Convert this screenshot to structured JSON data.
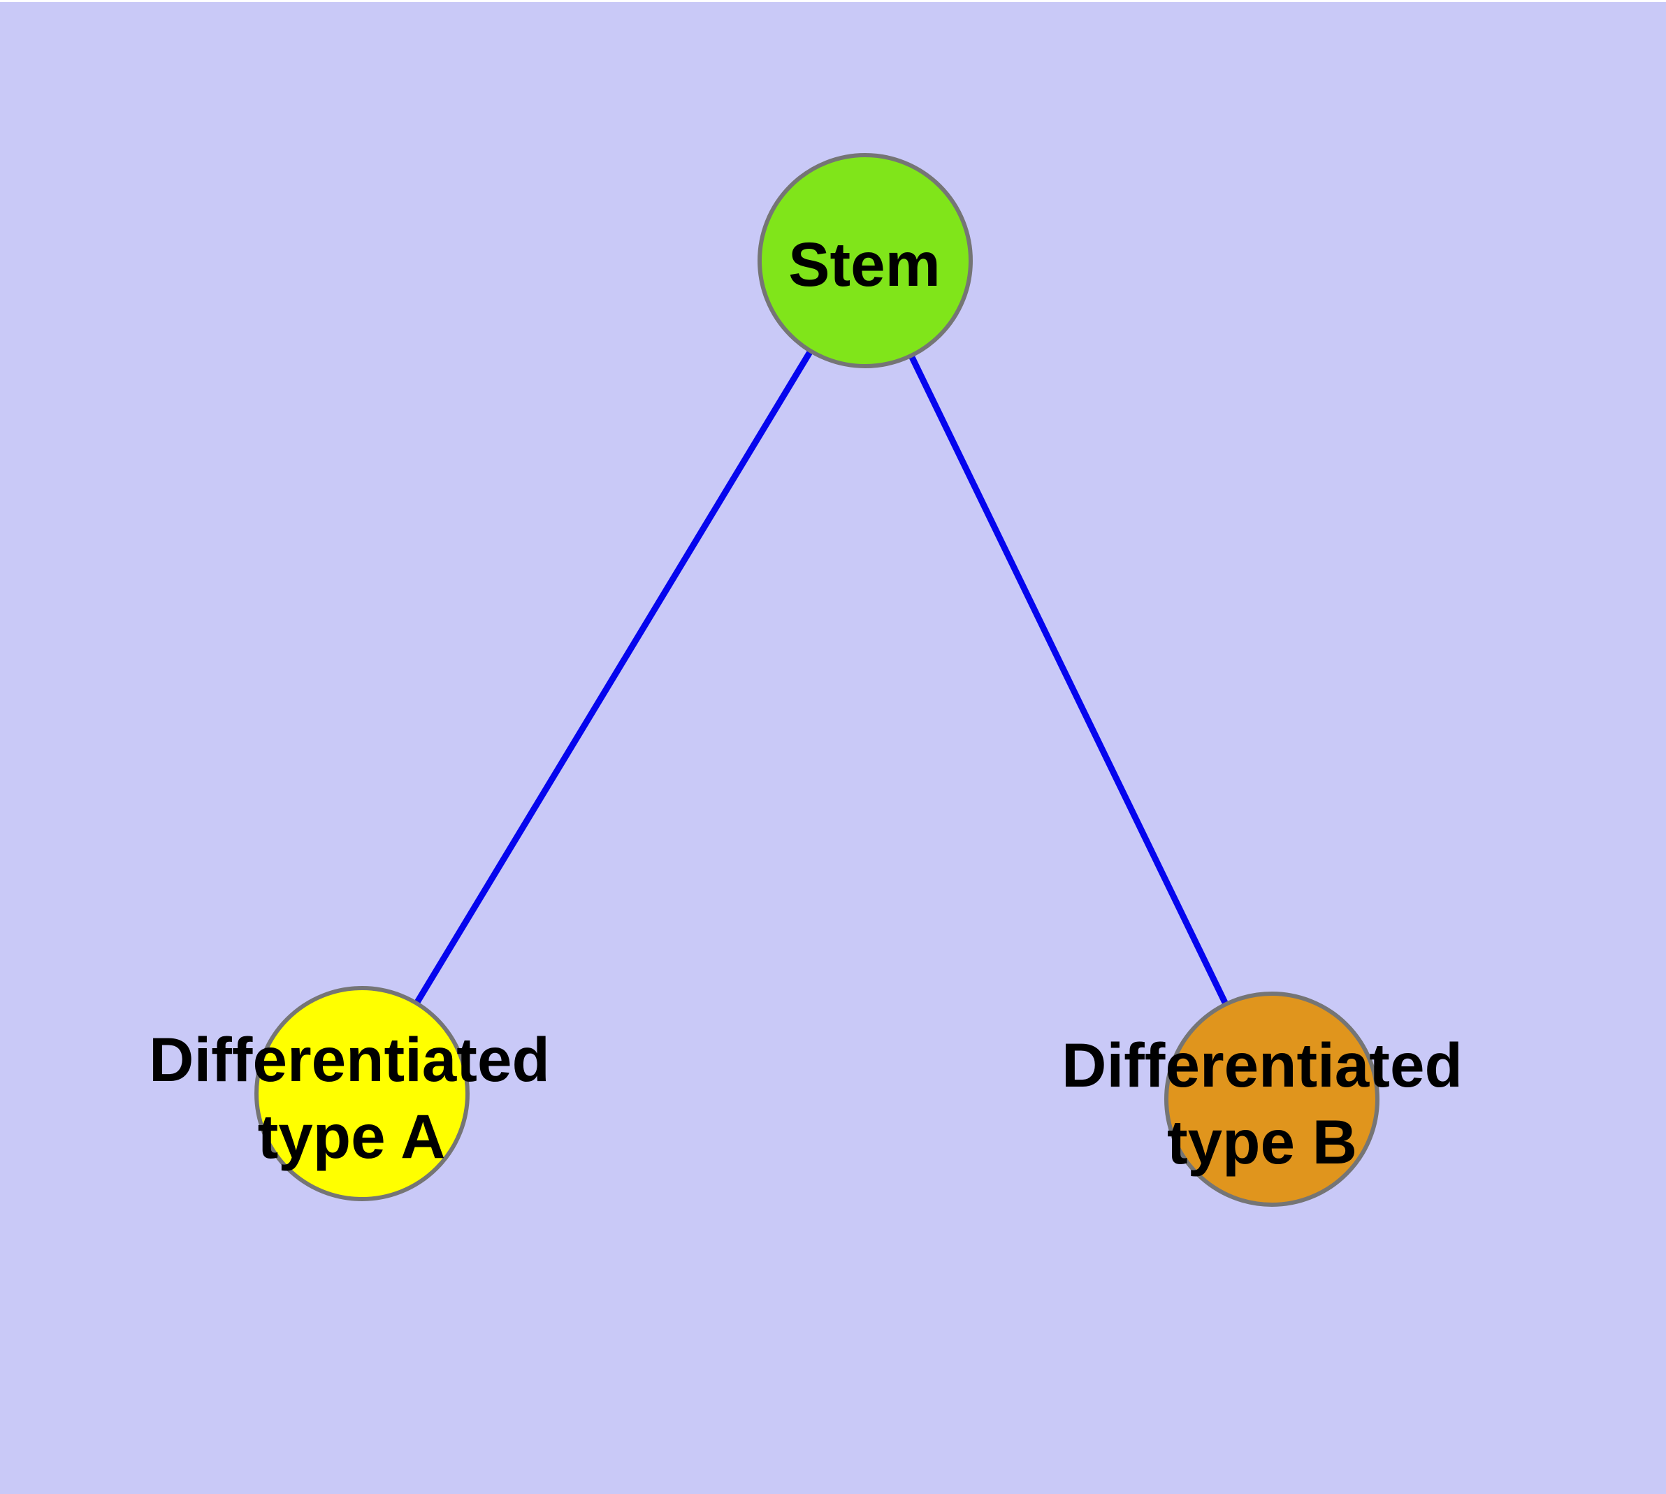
{
  "diagram": {
    "type": "graph",
    "background_color": "#c9c9f7",
    "top_strip_color": "#ffffff",
    "edge_color": "#0505ee",
    "node_border_color": "#757575",
    "text_color": "#000000",
    "nodes": {
      "stem": {
        "label": "Stem",
        "lines": [
          "Stem"
        ],
        "fill": "#80e51a"
      },
      "type_a": {
        "label": "Differentiated type A",
        "lines": [
          "Differentiated",
          "type A"
        ],
        "fill": "#ffff00"
      },
      "type_b": {
        "label": "Differentiated type B",
        "lines": [
          "Differentiated",
          "type B"
        ],
        "fill": "#e0951d"
      }
    },
    "edges": [
      {
        "from": "Stem",
        "to": "Differentiated type A"
      },
      {
        "from": "Stem",
        "to": "Differentiated type B"
      }
    ]
  }
}
